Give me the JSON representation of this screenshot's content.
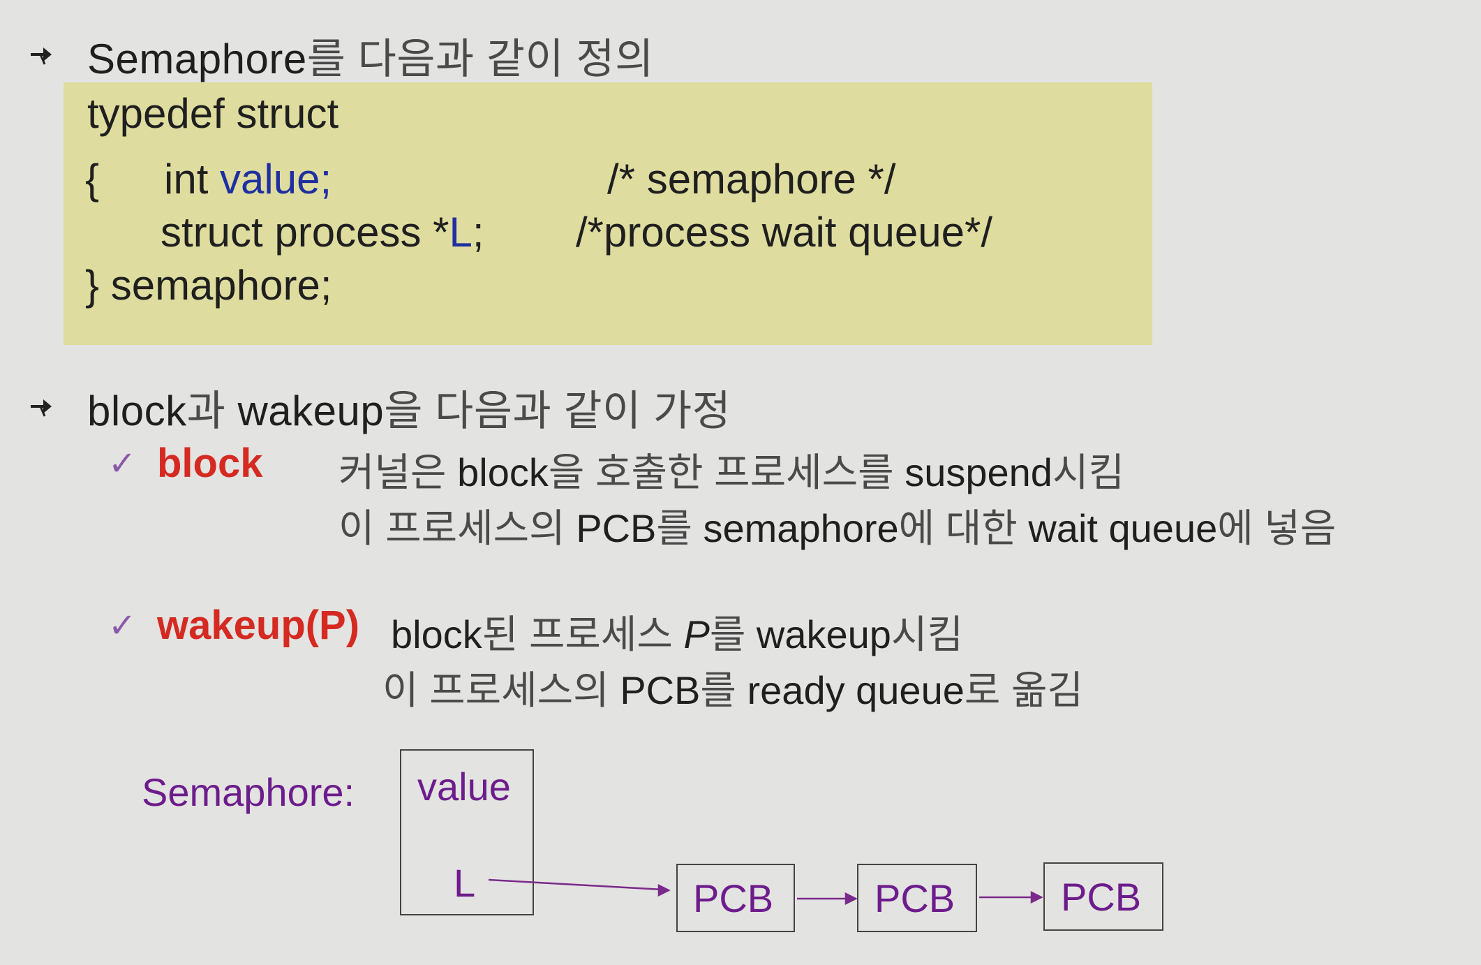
{
  "section1": {
    "heading_en": "Semaphore",
    "heading_ko": "를 다음과 같이 정의"
  },
  "code": {
    "line1": "typedef struct",
    "line2_brace": "{",
    "line2_type": "int ",
    "line2_var": "value;",
    "line2_comment": "/* semaphore */",
    "line3_type": "struct process *",
    "line3_var": "L",
    "line3_semi": ";",
    "line3_comment": "/*process wait queue*/",
    "line4": "} semaphore;"
  },
  "section2": {
    "heading_en1": "block",
    "heading_ko1": "과 ",
    "heading_en2": "wakeup",
    "heading_ko2": "을 다음과 같이 가정"
  },
  "items": {
    "check_glyph": "✓",
    "block": {
      "term": "block",
      "line1_ko1": "커널은 ",
      "line1_en1": "block",
      "line1_ko2": "을 호출한 프로세스를 ",
      "line1_en2": "suspend",
      "line1_ko3": "시킴",
      "line2_ko1": "이 프로세스의 ",
      "line2_en1": "PCB",
      "line2_ko2": "를 ",
      "line2_en2": "semaphore",
      "line2_ko3": "에 대한 ",
      "line2_en3": "wait queue",
      "line2_ko4": "에 넣음"
    },
    "wakeup": {
      "term": "wakeup(P)",
      "line1_en1": "block",
      "line1_ko1": "된 프로세스 ",
      "line1_p": "P",
      "line1_ko2": "를 ",
      "line1_en2": "wakeup",
      "line1_ko3": "시킴",
      "line2_ko1": "이 프로세스의 ",
      "line2_en1": "PCB",
      "line2_ko2": "를 ",
      "line2_en2": "ready queue",
      "line2_ko3": "로 옮김"
    }
  },
  "diagram": {
    "label": "Semaphore:",
    "field_value": "value",
    "field_L": "L",
    "pcbs": [
      "PCB",
      "PCB",
      "PCB"
    ]
  },
  "colors": {
    "background": "#e3e3e1",
    "code_box": "#dedd9f",
    "term_red": "#d42a22",
    "code_blue": "#1f2fa0",
    "diagram_purple": "#6d1c8c"
  }
}
